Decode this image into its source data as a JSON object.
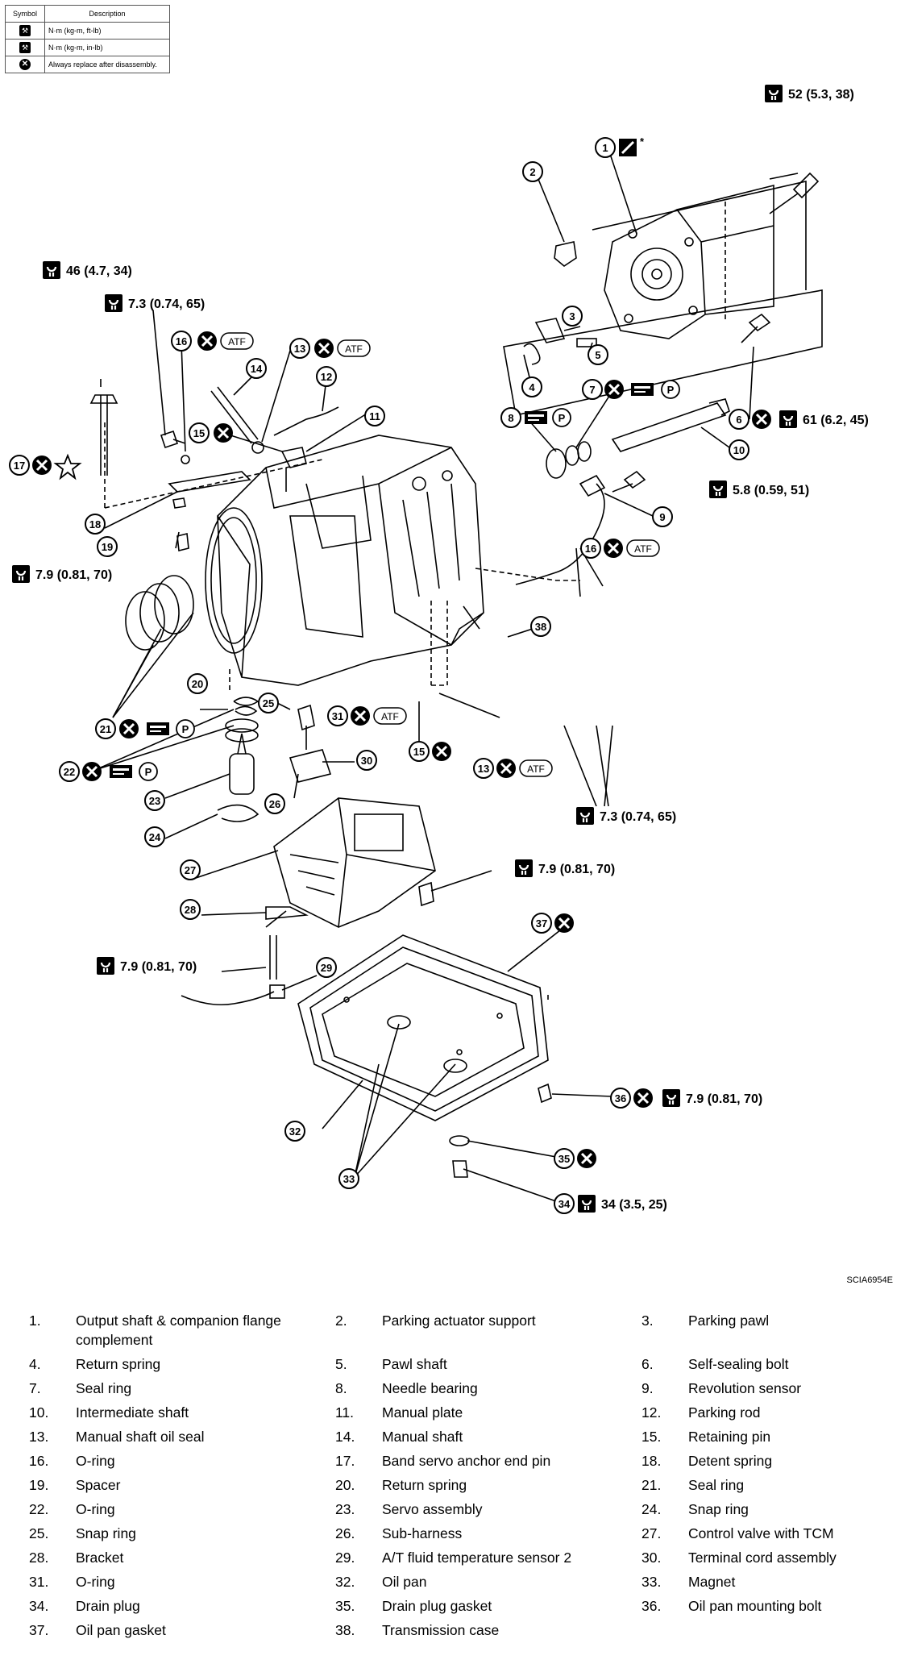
{
  "legend": {
    "header_symbol": "Symbol",
    "header_description": "Description",
    "rows": [
      {
        "icon": "torque-wrench-icon",
        "text": "N·m (kg-m, ft-lb)"
      },
      {
        "icon": "torque-wrench-small-icon",
        "text": "N·m (kg-m, in-lb)"
      },
      {
        "icon": "replace-x-icon",
        "text": "Always replace after disassembly."
      }
    ]
  },
  "callouts": {
    "c1": "1",
    "c2": "2",
    "c3": "3",
    "c4": "4",
    "c5": "5",
    "c6": "6",
    "c7": "7",
    "c8": "8",
    "c9": "9",
    "c10": "10",
    "c11": "11",
    "c12": "12",
    "c13a": "13",
    "c13b": "13",
    "c14": "14",
    "c15a": "15",
    "c15b": "15",
    "c16a": "16",
    "c16b": "16",
    "c17": "17",
    "c18": "18",
    "c19": "19",
    "c20": "20",
    "c21": "21",
    "c22": "22",
    "c23": "23",
    "c24": "24",
    "c25": "25",
    "c26": "26",
    "c27": "27",
    "c28": "28",
    "c29": "29",
    "c30": "30",
    "c31": "31",
    "c32": "32",
    "c33": "33",
    "c34": "34",
    "c35": "35",
    "c36": "36",
    "c37": "37",
    "c38": "38"
  },
  "torque": {
    "t52": "52  (5.3,  38)",
    "t46": "46  (4.7,  34)",
    "t73a": "7.3  (0.74,  65)",
    "t61": "61  (6.2,  45)",
    "t58": "5.8  (0.59,  51)",
    "t79a": "7.9  (0.81,  70)",
    "t73b": "7.3  (0.74,  65)",
    "t79b": "7.9  (0.81,  70)",
    "t79c": "7.9  (0.81,  70)",
    "t79d": "7.9  (0.81,  70)",
    "t34": "34  (3.5,  25)"
  },
  "marks": {
    "atf": "ATF",
    "p": "P",
    "asterisk": "*"
  },
  "image_code": "SCIA6954E",
  "parts": [
    {
      "n": "1.",
      "label": "Output shaft & companion flange complement"
    },
    {
      "n": "2.",
      "label": "Parking actuator support"
    },
    {
      "n": "3.",
      "label": "Parking pawl"
    },
    {
      "n": "4.",
      "label": "Return spring"
    },
    {
      "n": "5.",
      "label": "Pawl shaft"
    },
    {
      "n": "6.",
      "label": "Self-sealing bolt"
    },
    {
      "n": "7.",
      "label": "Seal ring"
    },
    {
      "n": "8.",
      "label": "Needle bearing"
    },
    {
      "n": "9.",
      "label": "Revolution sensor"
    },
    {
      "n": "10.",
      "label": "Intermediate shaft"
    },
    {
      "n": "11.",
      "label": "Manual plate"
    },
    {
      "n": "12.",
      "label": "Parking rod"
    },
    {
      "n": "13.",
      "label": "Manual shaft oil seal"
    },
    {
      "n": "14.",
      "label": "Manual shaft"
    },
    {
      "n": "15.",
      "label": "Retaining pin"
    },
    {
      "n": "16.",
      "label": "O-ring"
    },
    {
      "n": "17.",
      "label": "Band servo anchor end pin"
    },
    {
      "n": "18.",
      "label": "Detent spring"
    },
    {
      "n": "19.",
      "label": "Spacer"
    },
    {
      "n": "20.",
      "label": "Return spring"
    },
    {
      "n": "21.",
      "label": "Seal ring"
    },
    {
      "n": "22.",
      "label": "O-ring"
    },
    {
      "n": "23.",
      "label": "Servo assembly"
    },
    {
      "n": "24.",
      "label": "Snap ring"
    },
    {
      "n": "25.",
      "label": "Snap ring"
    },
    {
      "n": "26.",
      "label": "Sub-harness"
    },
    {
      "n": "27.",
      "label": "Control valve with TCM"
    },
    {
      "n": "28.",
      "label": "Bracket"
    },
    {
      "n": "29.",
      "label": "A/T fluid temperature sensor 2"
    },
    {
      "n": "30.",
      "label": "Terminal cord assembly"
    },
    {
      "n": "31.",
      "label": "O-ring"
    },
    {
      "n": "32.",
      "label": "Oil pan"
    },
    {
      "n": "33.",
      "label": "Magnet"
    },
    {
      "n": "34.",
      "label": "Drain plug"
    },
    {
      "n": "35.",
      "label": "Drain plug gasket"
    },
    {
      "n": "36.",
      "label": "Oil pan mounting bolt"
    },
    {
      "n": "37.",
      "label": "Oil pan gasket"
    },
    {
      "n": "38.",
      "label": "Transmission case"
    }
  ]
}
